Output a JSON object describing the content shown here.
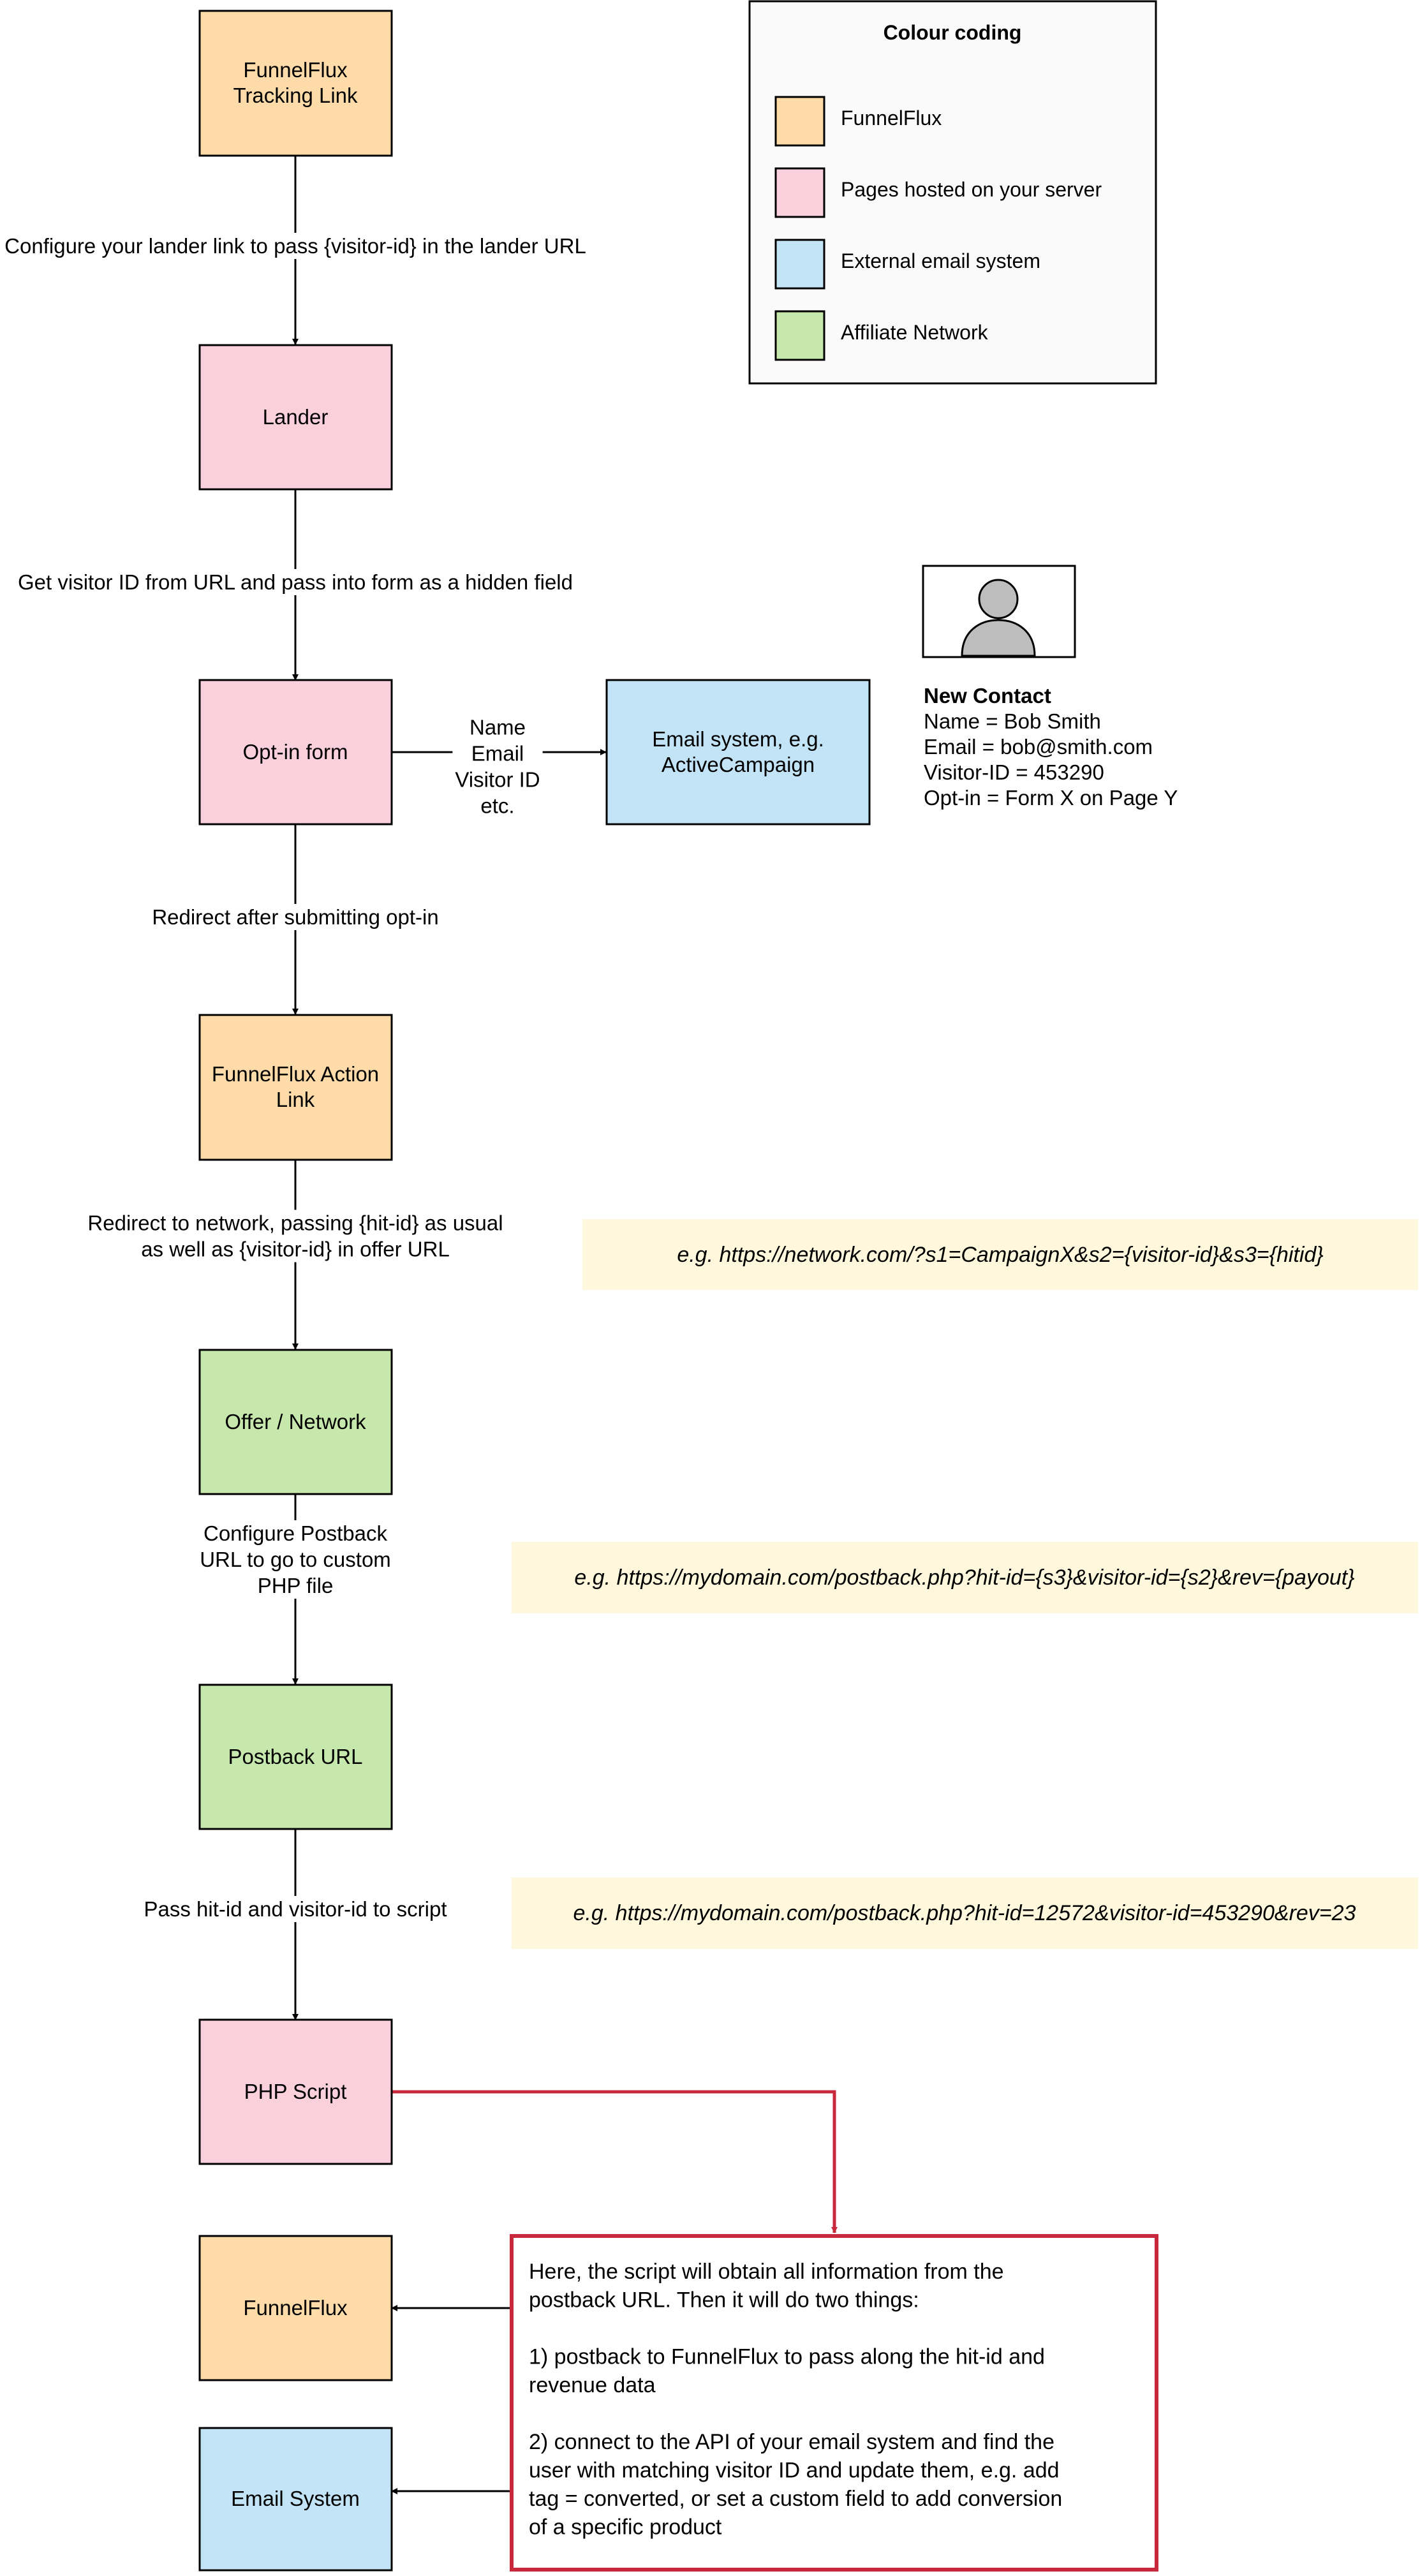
{
  "colors": {
    "funnelflux": "#FFDBA9",
    "server_pages": "#F9D0DC",
    "email_system": "#C3E4F6",
    "affiliate": "#C7E8AC",
    "example_box": "#FFF8DD",
    "highlight": "#C8283C",
    "legend_bg": "#FAFAFA"
  },
  "legend": {
    "title": "Colour coding",
    "items": [
      {
        "label": "FunnelFlux",
        "color": "funnelflux"
      },
      {
        "label": "Pages hosted on your server",
        "color": "server_pages"
      },
      {
        "label": "External email system",
        "color": "email_system"
      },
      {
        "label": "Affiliate Network",
        "color": "affiliate"
      }
    ]
  },
  "nodes": {
    "tracking_link": [
      "FunnelFlux",
      "Tracking Link"
    ],
    "lander": [
      "Lander"
    ],
    "optin_form": [
      "Opt-in form"
    ],
    "email_system_box": [
      "Email system, e.g.",
      "ActiveCampaign"
    ],
    "action_link": [
      "FunnelFlux Action",
      "Link"
    ],
    "offer": [
      "Offer / Network"
    ],
    "postback": [
      "Postback URL"
    ],
    "php_script": [
      "PHP Script"
    ],
    "funnelflux_final": [
      "FunnelFlux"
    ],
    "email_system_final": [
      "Email System"
    ]
  },
  "edges": {
    "e1": [
      "Configure your lander link to pass {visitor-id} in the lander URL"
    ],
    "e2": [
      "Get visitor ID from URL and pass into form as a hidden field"
    ],
    "e3": [
      "Name",
      "Email",
      "Visitor ID",
      "etc."
    ],
    "e4": [
      "Redirect after submitting opt-in"
    ],
    "e5": [
      "Redirect to network, passing {hit-id} as usual",
      "as well as {visitor-id} in offer URL"
    ],
    "e6": [
      "Configure Postback",
      "URL to go to custom",
      "PHP file"
    ],
    "e7": [
      "Pass hit-id and visitor-id to script"
    ]
  },
  "examples": {
    "ex1": "e.g. https://network.com/?s1=CampaignX&s2={visitor-id}&s3={hitid}",
    "ex2": "e.g. https://mydomain.com/postback.php?hit-id={s3}&visitor-id={s2}&rev={payout}",
    "ex3": "e.g. https://mydomain.com/postback.php?hit-id=12572&visitor-id=453290&rev=23"
  },
  "contact": {
    "icon": "person-icon",
    "title": "New Contact",
    "lines": [
      "Name = Bob Smith",
      "Email = bob@smith.com",
      "Visitor-ID = 453290",
      "Opt-in = Form X on Page Y"
    ]
  },
  "script_note": [
    "Here, the script will obtain all information from the",
    "postback URL. Then it will do two things:",
    "",
    "1) postback to FunnelFlux to pass along the hit-id and",
    "revenue data",
    "",
    "2) connect to the API of your email system and find the",
    "user with matching visitor ID and update them, e.g. add",
    "tag = converted, or set a custom field to add conversion",
    "of a specific product"
  ]
}
